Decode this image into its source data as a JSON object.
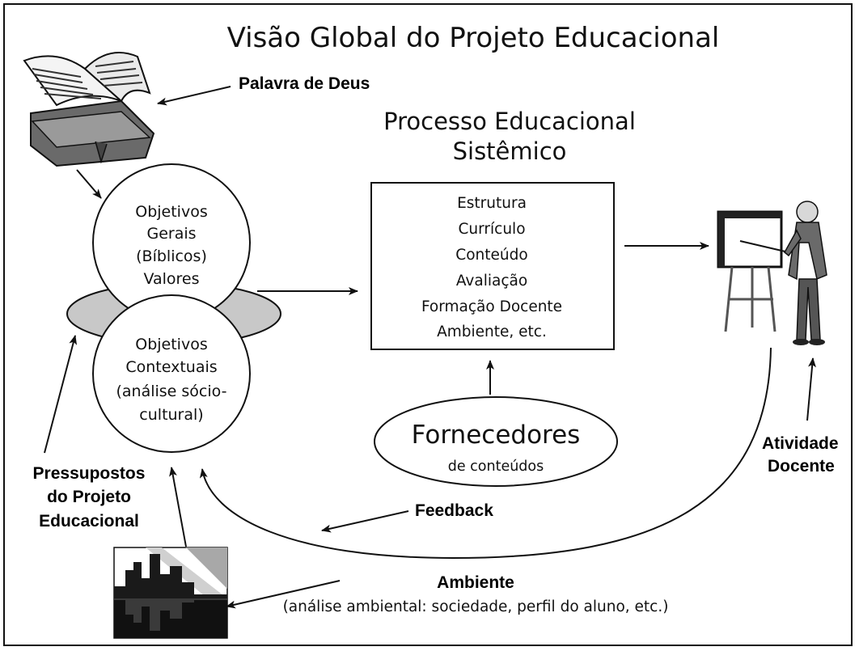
{
  "title": "Visão Global do Projeto Educacional",
  "palavra_label": "Palavra de Deus",
  "processo_title": [
    "Processo Educacional",
    "Sistêmico"
  ],
  "process_box_items": [
    "Estrutura",
    "Currículo",
    "Conteúdo",
    "Avaliação",
    "Formação Docente",
    "Ambiente, etc."
  ],
  "circle_top_lines": [
    "Objetivos",
    "Gerais",
    "(Bíblicos)",
    "Valores"
  ],
  "circle_bottom_lines": [
    "Objetivos",
    "Contextuais",
    "(análise sócio-",
    "cultural)"
  ],
  "fornecedores_title": "Fornecedores",
  "fornecedores_subtitle": "de conteúdos",
  "pressupostos_lines": [
    "Pressupostos",
    "do Projeto",
    "Educacional"
  ],
  "atividade_lines": [
    "Atividade",
    "Docente"
  ],
  "feedback_label": "Feedback",
  "ambiente_label": "Ambiente",
  "ambiente_detail": "(análise ambiental: sociedade, perfil do aluno, etc.)",
  "colors": {
    "lens_fill": "#c8c8c8",
    "stroke": "#111111"
  }
}
